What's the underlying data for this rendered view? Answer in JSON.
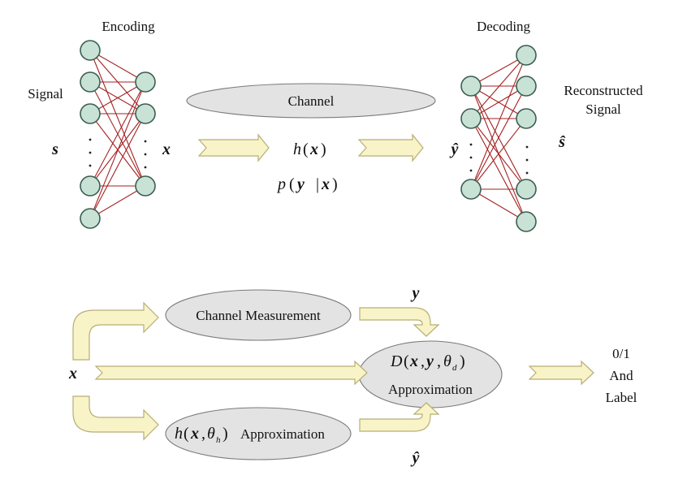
{
  "top": {
    "encoding_label": "Encoding",
    "decoding_label": "Decoding",
    "signal_label": "Signal",
    "reconstructed_label_line1": "Reconstructed",
    "reconstructed_label_line2": "Signal",
    "s_var": "s",
    "x_var": "x",
    "y_hat_var": "ŷ",
    "s_hat_var": "ŝ",
    "channel_label": "Channel",
    "h_fn": "h",
    "h_arg": "x",
    "p_fn": "p",
    "p_y": "y",
    "p_given": "|",
    "p_x": "x"
  },
  "bottom": {
    "x_var": "x",
    "y_var": "y",
    "y_hat_var": "ŷ",
    "channel_measurement_label": "Channel Measurement",
    "h_approx_fn": "h",
    "h_approx_x": "x",
    "h_approx_theta": "θ",
    "h_approx_sub": "h",
    "h_approx_word": "Approximation",
    "d_fn": "D",
    "d_x": "x",
    "d_y": "y",
    "d_theta": "θ",
    "d_sub": "d",
    "d_word": "Approximation",
    "output_line1": "0/1",
    "output_line2": "And",
    "output_line3": "Label"
  },
  "colors": {
    "node_fill": "#c8e3d6",
    "edge_red": "#a32222",
    "arrow_fill": "#f8f4c8",
    "ellipse_fill": "#e3e3e3"
  }
}
